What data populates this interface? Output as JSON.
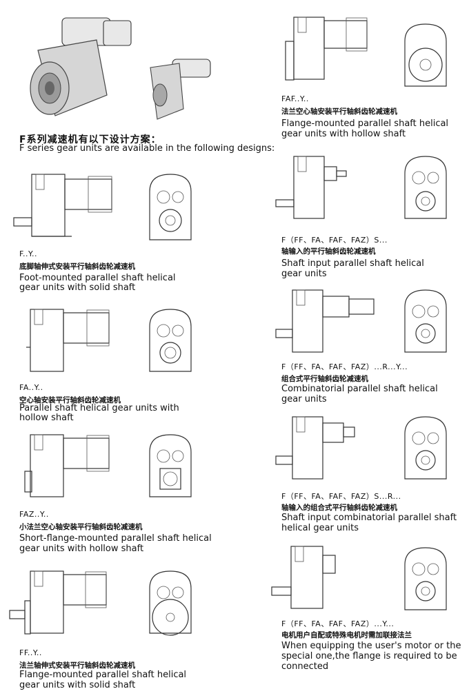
{
  "header": {
    "title_cn": "F系列减速机有以下设计方案：",
    "title_en": "F series gear units are available in the following designs:"
  },
  "designs": [
    {
      "code": "F..Y..",
      "cn": "底脚轴伸式安装平行轴斜齿轮减速机",
      "en1": "Foot-mounted parallel shaft helical",
      "en2": "gear units with solid shaft",
      "en3": ""
    },
    {
      "code": "FA..Y..",
      "cn": "空心轴安装平行轴斜齿轮减速机",
      "en1": "Parallel shaft helical gear units with",
      "en2": "hollow shaft",
      "en3": ""
    },
    {
      "code": "FAZ..Y..",
      "cn": "小法兰空心轴安装平行轴斜齿轮减速机",
      "en1": "Short-flange-mounted parallel shaft helical",
      "en2": "gear units with hollow shaft",
      "en3": ""
    },
    {
      "code": "FF..Y..",
      "cn": "法兰轴伸式安装平行轴斜齿轮减速机",
      "en1": "Flange-mounted parallel shaft helical",
      "en2": "gear units with solid shaft",
      "en3": ""
    },
    {
      "code": "FAF..Y..",
      "cn": "法兰空心轴安装平行轴斜齿轮减速机",
      "en1": "Flange-mounted parallel shaft helical",
      "en2": "gear units with hollow shaft",
      "en3": ""
    },
    {
      "code": "F（FF、FA、FAF、FAZ）S...",
      "cn": "轴输入的平行轴斜齿轮减速机",
      "en1": "Shaft input parallel shaft helical",
      "en2": "gear units",
      "en3": ""
    },
    {
      "code": "F（FF、FA、FAF、FAZ）...R...Y...",
      "cn": "组合式平行轴斜齿轮减速机",
      "en1": "Combinatorial parallel shaft helical",
      "en2": "gear units",
      "en3": ""
    },
    {
      "code": "F（FF、FA、FAF、FAZ）S...R...",
      "cn": "轴输入的组合式平行轴斜齿轮减速机",
      "en1": "Shaft input combinatorial parallel shaft",
      "en2": "helical gear units",
      "en3": ""
    },
    {
      "code": "F（FF、FA、FAF、FAZ）...Y...",
      "cn": "电机用户自配或特殊电机时需加联接法兰",
      "en1": "When equipping the user's motor or the",
      "en2": "special one,the flange is required to be",
      "en3": "connected"
    }
  ]
}
